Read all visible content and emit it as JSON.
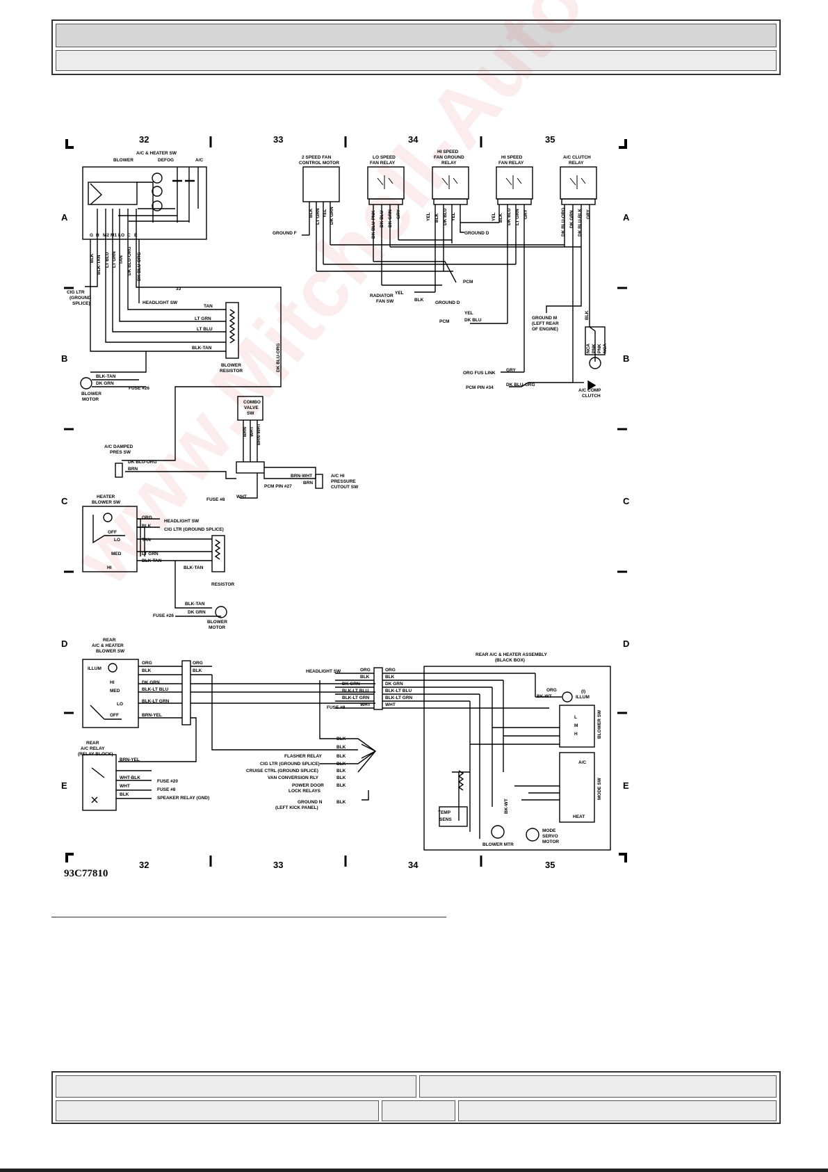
{
  "columns": [
    "32",
    "33",
    "34",
    "35"
  ],
  "rows": [
    "A",
    "B",
    "C",
    "D",
    "E"
  ],
  "figure_id": "93C77810",
  "watermark": "www.Mitchell-Auto.ru",
  "labels": {
    "ac_heater_sw": "A/C & HEATER SW",
    "blower": "BLOWER",
    "defog": "DEFOG",
    "ac": "A/C",
    "cig_ltr": "CIG LTR",
    "ground_splice": "(GROUND",
    "splice": "SPLICE)",
    "headlight_sw": "HEADLIGHT SW",
    "blower_resistor": "BLOWER",
    "resistor_word": "RESISTOR",
    "blower_motor": "BLOWER",
    "motor_word": "MOTOR",
    "fuse26": "FUSE #26",
    "two_speed_fan": "2 SPEED FAN",
    "control_motor": "CONTROL MOTOR",
    "lo_speed": "LO SPEED",
    "fan_relay": "FAN RELAY",
    "hi_speed": "HI SPEED",
    "fan_ground": "FAN GROUND",
    "relay_word": "RELAY",
    "hi_speed2": "HI SPEED",
    "fan_relay2": "FAN RELAY",
    "ac_clutch": "A/C CLUTCH",
    "relay2": "RELAY",
    "ground_f": "GROUND F",
    "ground_d": "GROUND D",
    "pcm": "PCM",
    "radiator": "RADIATOR",
    "fan_sw": "FAN SW",
    "ground_d2": "GROUND D",
    "ground_m": "GROUND M",
    "left_rear": "(LEFT REAR",
    "of_engine": "OF ENGINE)",
    "org_fus_link": "ORG FUS LINK",
    "pcm_pin34": "PCM PIN #34",
    "ac_comp": "A/C COMP",
    "clutch": "CLUTCH",
    "combo_valve": "COMBO",
    "valve_sw": "VALVE",
    "sw": "SW",
    "ac_damped": "A/C DAMPED",
    "pres_sw": "PRES SW",
    "ac_hi": "A/C HI",
    "pressure": "PRESSURE",
    "cutout_sw": "CUTOUT SW",
    "pcm_pin27": "PCM PIN #27",
    "fuse8": "FUSE #8",
    "heater": "HEATER",
    "blower_sw": "BLOWER SW",
    "cig_ltr_gs": "CIG LTR (GROUND SPLICE)",
    "off": "OFF",
    "lo": "LO",
    "med": "MED",
    "hi": "HI",
    "resistor": "RESISTOR",
    "fuse26b": "FUSE #26",
    "rear": "REAR",
    "rear_ac_heater": "A/C & HEATER",
    "rear_blower_sw": "BLOWER SW",
    "illum": "ILLUM",
    "rear_ac_relay": "A/C RELAY",
    "relay_block": "(RELAY BLOCK)",
    "fuse20": "FUSE #20",
    "fuse8b": "FUSE #8",
    "speaker_relay": "SPEAKER RELAY (GND)",
    "flasher_relay": "FLASHER RELAY",
    "cig_ltr_gs2": "CIG LTR (GROUND SPLICE)",
    "cruise_ctrl": "CRUISE CTRL (GROUND SPLICE)",
    "van_conv": "VAN CONVERSION RLY",
    "power_door": "POWER DOOR",
    "lock_relays": "LOCK RELAYS",
    "ground_n": "GROUND N",
    "left_kick": "(LEFT KICK PANEL)",
    "rear_assembly": "REAR A/C & HEATER ASSEMBLY",
    "black_box": "(BLACK BOX)",
    "illum2": "ILLUM",
    "blower_sw_v": "BLOWER SW",
    "mode_sw": "MODE SW",
    "temp": "TEMP",
    "sens": "SENS",
    "blower_mtr": "BLOWER MTR",
    "mode": "MODE",
    "servo": "SERVO",
    "motor": "MOTOR",
    "heat": "HEAT",
    "ac2": "A/C",
    "illum_num": "(I)"
  },
  "wires": {
    "blk": "BLK",
    "blk_tan": "BLK-TAN",
    "lt_blu": "LT BLU",
    "lt_grn": "LT GRN",
    "tan": "TAN",
    "dk_blu_org": "DK BLU-ORG",
    "dk_grn": "DK GRN",
    "org": "ORG",
    "yel": "YEL",
    "gry": "GRY",
    "dk_blu": "DK BLU",
    "dk_blu_pnk": "DK BLU-PNK",
    "dk_blu_blk": "DK BLU-BLK",
    "brn": "BRN",
    "wht": "WHT",
    "brn_wht": "BRN-WHT",
    "blk_lt_blu": "BLK-LT BLU",
    "blk_lt_grn": "BLK-LT GRN",
    "brn_yel": "BRN-YEL",
    "wht_blk": "WHT-BLK",
    "bk_wt": "BK-WT",
    "pnk": "PNK",
    "nca": "NCA",
    "n33": "33"
  },
  "switch_pins": [
    "G",
    "H",
    "M2",
    "M1",
    "LO",
    "C",
    "E"
  ],
  "mode_letters": [
    "L",
    "M",
    "H"
  ]
}
